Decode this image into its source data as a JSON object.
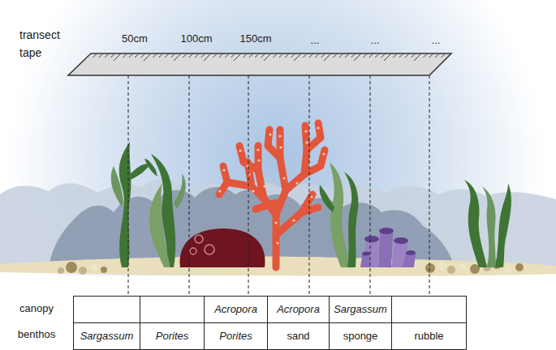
{
  "diagram": {
    "labels": [
      "transect tape",
      "50cm",
      "100cm",
      "150cm",
      "...",
      "...",
      "...",
      "canopy",
      "Acropora",
      "Acropora",
      "Sargassum",
      "benthos",
      "Sargassum",
      "Porites",
      "Porites",
      "sand",
      "sponge",
      "rubble"
    ]
  }
}
